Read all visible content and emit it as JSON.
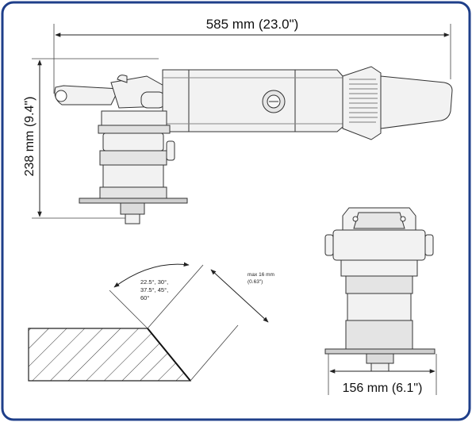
{
  "dimensions": {
    "length": "585 mm (23.0\")",
    "height": "238 mm (9.4\")",
    "width": "156 mm (6.1\")"
  },
  "bevel": {
    "angles_line1": "22.5°, 30°,",
    "angles_line2": "37.5°, 45°,",
    "angles_line3": "60°",
    "depth_line1": "max 16 mm",
    "depth_line2": "(0.63\")"
  },
  "colors": {
    "border": "#1f3f8a",
    "line": "#222222",
    "tool_fill": "#f2f2f2",
    "tool_shade": "#cfcfcf"
  }
}
